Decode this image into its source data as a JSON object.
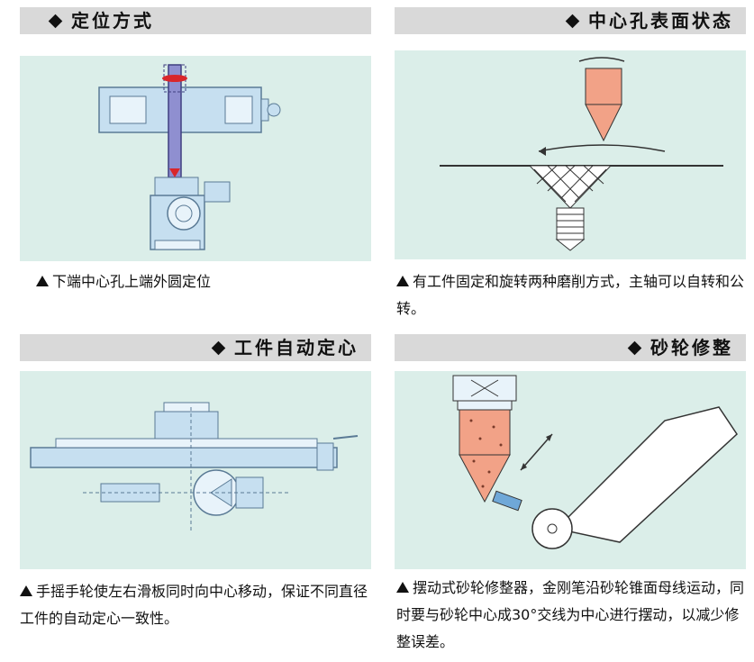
{
  "panels": [
    {
      "title": "定位方式",
      "caption": "下端中心孔上端外圆定位"
    },
    {
      "title": "中心孔表面状态",
      "caption": "有工件固定和旋转两种磨削方式，主轴可以自转和公转。"
    },
    {
      "title": "工件自动定心",
      "caption": "手摇手轮使左右滑板同时向中心移动，保证不同直径工件的自动定心一致性。"
    },
    {
      "title": "砂轮修整",
      "caption": "摆动式砂轮修整器，金刚笔沿砂轮锥面母线运动，同时要与砂轮中心成30°交线为中心进行摆动，以减少修整误差。"
    }
  ],
  "colors": {
    "header_bg": "#d9d9d9",
    "image_bg": "#dbeee9",
    "machine_blue": "#b9d6ec",
    "red": "#d9262b",
    "salmon": "#f2a287"
  }
}
